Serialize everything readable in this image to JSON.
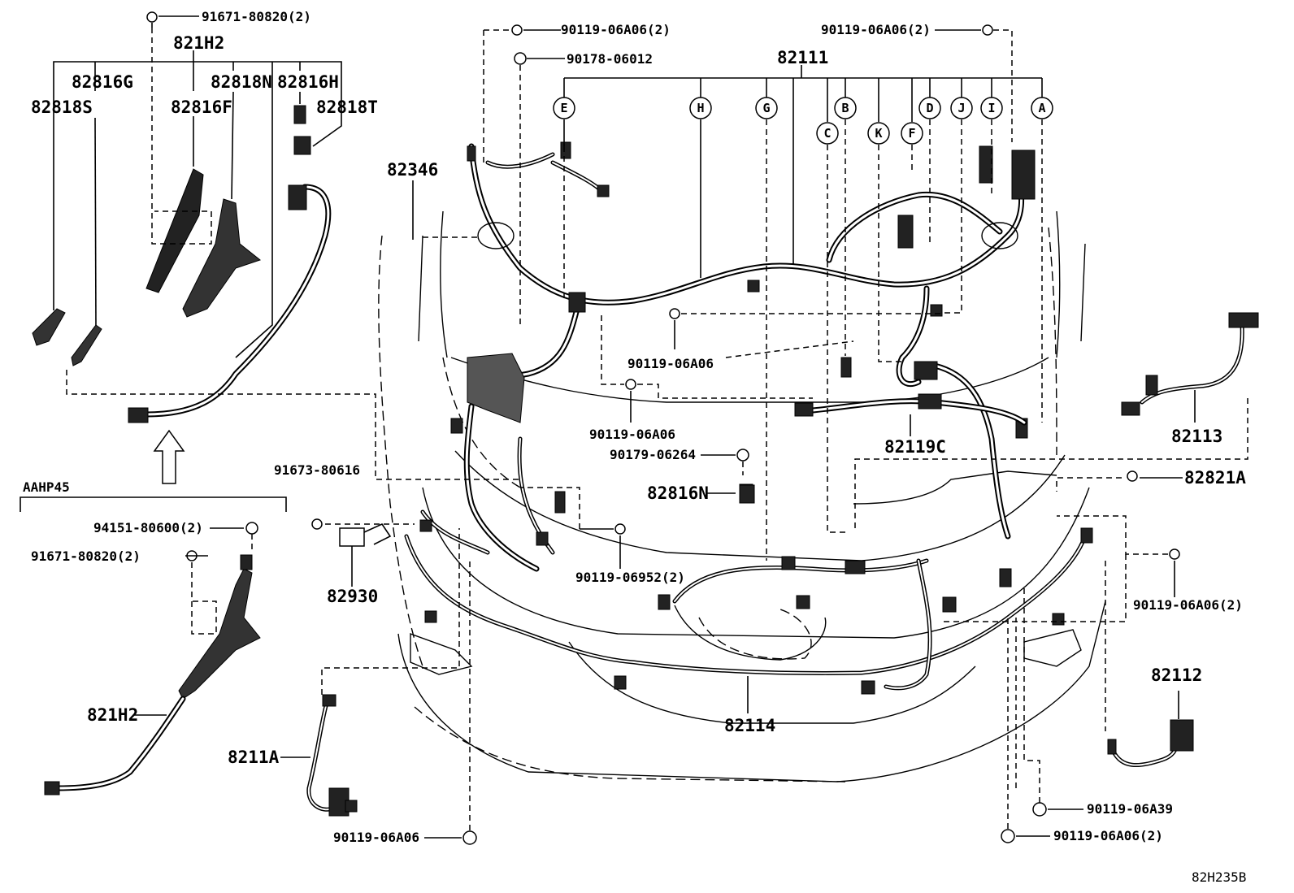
{
  "diagram": {
    "drawing_code": "82H235B",
    "variant_label": "AAHP45",
    "main_harness": "82111",
    "branch_letters": [
      "E",
      "H",
      "G",
      "C",
      "B",
      "K",
      "F",
      "D",
      "J",
      "I",
      "A"
    ],
    "parts": {
      "p91671_top": "91671-80820(2)",
      "p821H2_top": "821H2",
      "p82816G": "82816G",
      "p82818N": "82818N",
      "p82816H": "82816H",
      "p82818S": "82818S",
      "p82816F": "82816F",
      "p82818T": "82818T",
      "p90119_top_left": "90119-06A06(2)",
      "p90178": "90178-06012",
      "p90119_top_right": "90119-06A06(2)",
      "p82346": "82346",
      "p90119_mid1": "90119-06A06",
      "p90119_mid2": "90119-06A06",
      "p90179": "90179-06264",
      "p82816N": "82816N",
      "p82119C": "82119C",
      "p82113": "82113",
      "p82821A": "82821A",
      "p91673": "91673-80616",
      "p94151": "94151-80600(2)",
      "p91671_low": "91671-80820(2)",
      "p82930": "82930",
      "p90119_06952": "90119-06952(2)",
      "p90119_right": "90119-06A06(2)",
      "p821H2_low": "821H2",
      "p82112": "82112",
      "p82114": "82114",
      "p8211A": "8211A",
      "p90119_bottom_left": "90119-06A06",
      "p90119_06A39": "90119-06A39",
      "p90119_bottom_right": "90119-06A06(2)"
    }
  }
}
